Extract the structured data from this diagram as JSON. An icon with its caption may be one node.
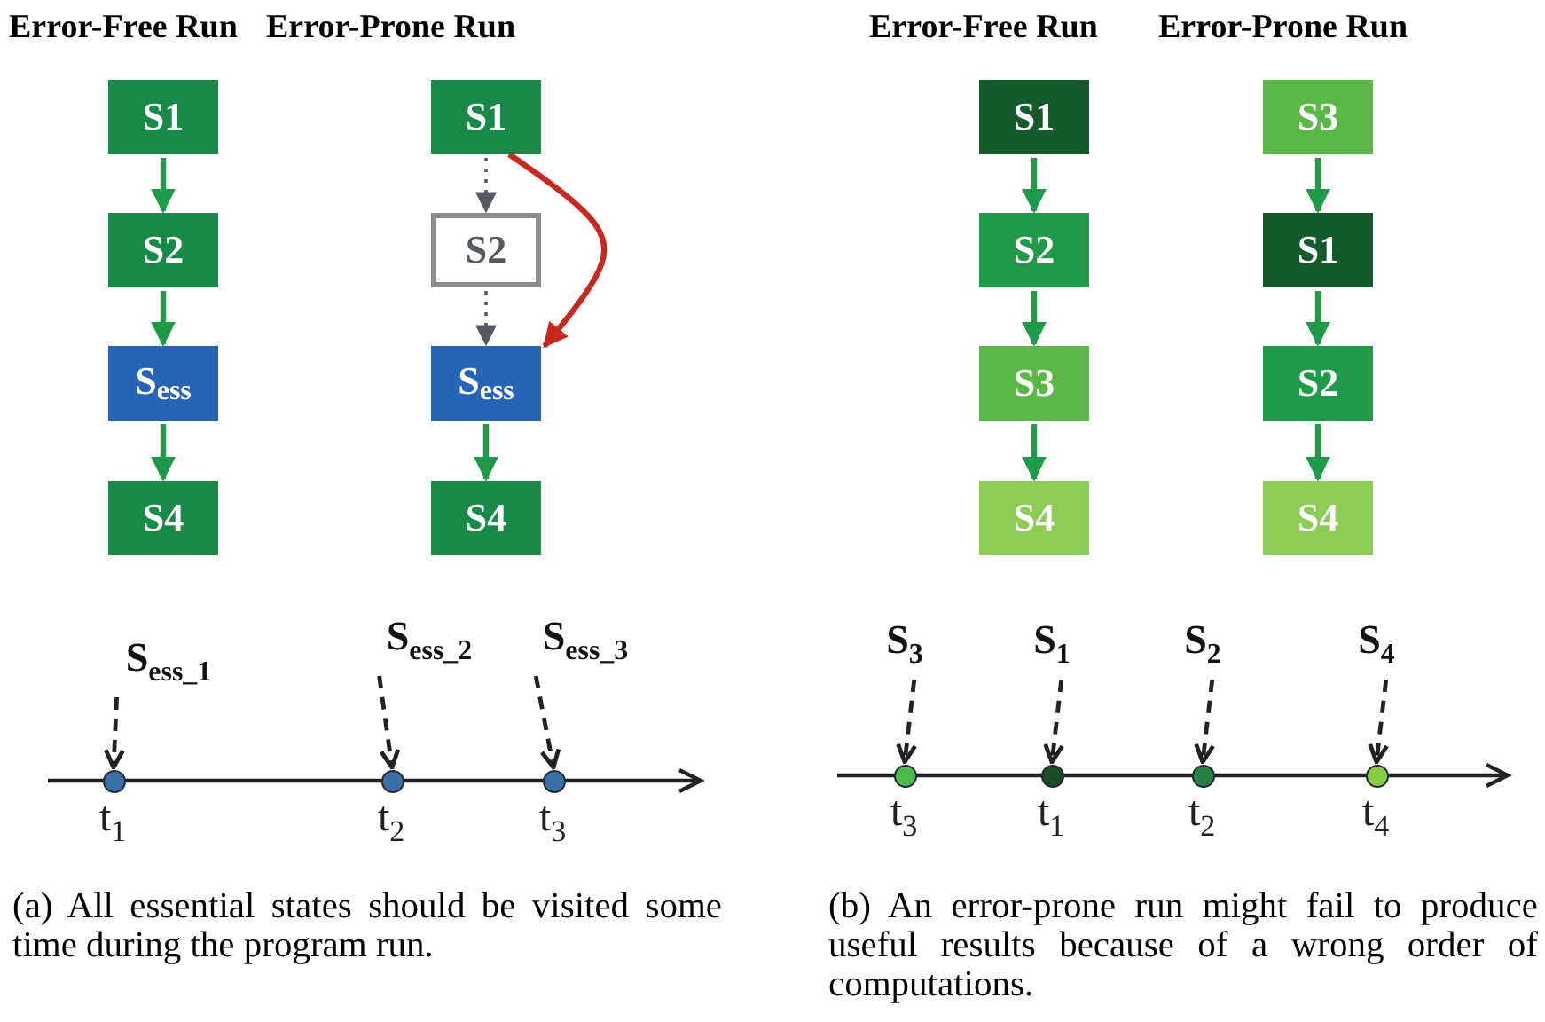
{
  "diagram": {
    "nodes": [
      {
        "text": [
          "S1"
        ]
      },
      {
        "text": [
          "S2"
        ]
      },
      {
        "text": [
          "S$_{ess}$"
        ]
      },
      {
        "text": [
          "S4"
        ]
      },
      {
        "text": [
          "S1"
        ]
      },
      {
        "text": [
          "S2"
        ]
      },
      {
        "text": [
          "S$_{ess}$"
        ]
      },
      {
        "text": [
          "S4"
        ]
      },
      {
        "text": [
          "S1"
        ]
      },
      {
        "text": [
          "S2"
        ]
      },
      {
        "text": [
          "S3"
        ]
      },
      {
        "text": [
          "S4"
        ]
      },
      {
        "text": [
          "S3"
        ]
      },
      {
        "text": [
          "S1"
        ]
      },
      {
        "text": [
          "S2"
        ]
      },
      {
        "text": [
          "S4"
        ]
      },
      {
        "text": [
          "S$_{ess_1}$"
        ]
      },
      {
        "text": [
          "S$_{ess_2}$"
        ]
      },
      {
        "text": [
          "S$_{ess_3}$"
        ]
      },
      {
        "text": [],
        "shape": "circle",
        "beside": [
          "t$_{1}$"
        ]
      },
      {
        "text": [],
        "shape": "circle",
        "beside": [
          "t$_{2}$"
        ]
      },
      {
        "text": [],
        "shape": "circle",
        "beside": [
          "t$_{3}$"
        ]
      },
      {
        "text": [
          "S$_{3}$"
        ]
      },
      {
        "text": [
          "S$_{1}$"
        ]
      },
      {
        "text": [
          "S$_{2}$"
        ]
      },
      {
        "text": [
          "S$_{4}$"
        ]
      },
      {
        "text": [],
        "shape": "circle",
        "beside": [
          "t$_{3}$"
        ]
      },
      {
        "text": [],
        "shape": "circle",
        "beside": [
          "t$_{1}$"
        ]
      },
      {
        "text": [],
        "shape": "circle",
        "beside": [
          "t$_{2}$"
        ]
      },
      {
        "text": [],
        "shape": "circle",
        "beside": [
          "t$_{4}$"
        ]
      }
    ],
    "edges": [
      {
        "from": 0,
        "to": 1,
        "arrow": "to"
      },
      {
        "from": 1,
        "to": 2,
        "arrow": "to"
      },
      {
        "from": 2,
        "to": 3,
        "arrow": "to"
      },
      {
        "from": 4,
        "to": 5,
        "arrow": "to",
        "style": "dashed",
        "color": "#555a60"
      },
      {
        "from": 5,
        "to": 6,
        "arrow": "to",
        "style": "dashed",
        "color": "#555a60"
      },
      {
        "from": 4,
        "to": 6,
        "arrow": "to",
        "color": "#c8281f"
      },
      {
        "from": 6,
        "to": 7,
        "arrow": "to"
      },
      {
        "from": 8,
        "to": 9,
        "arrow": "to"
      },
      {
        "from": 9,
        "to": 10,
        "arrow": "to"
      },
      {
        "from": 10,
        "to": 11,
        "arrow": "to"
      },
      {
        "from": 12,
        "to": 13,
        "arrow": "to"
      },
      {
        "from": 13,
        "to": 14,
        "arrow": "to"
      },
      {
        "from": 14,
        "to": 15,
        "arrow": "to"
      },
      {
        "from": 16,
        "to": 19,
        "arrow": "to",
        "style": "dashed",
        "color": "#222222"
      },
      {
        "from": 17,
        "to": 20,
        "arrow": "to",
        "style": "dashed",
        "color": "#222222"
      },
      {
        "from": 18,
        "to": 21,
        "arrow": "to",
        "style": "dashed",
        "color": "#222222"
      },
      {
        "from": 22,
        "to": 26,
        "arrow": "to",
        "style": "dashed",
        "color": "#222222"
      },
      {
        "from": 23,
        "to": 27,
        "arrow": "to",
        "style": "dashed",
        "color": "#222222"
      },
      {
        "from": 24,
        "to": 28,
        "arrow": "to",
        "style": "dashed",
        "color": "#222222"
      },
      {
        "from": 25,
        "to": 29,
        "arrow": "to",
        "style": "dashed",
        "color": "#222222"
      }
    ],
    "labels": [
      "Error-Free Run",
      "Error-Prone Run",
      "Error-Free Run",
      "Error-Prone Run",
      "(a) All essential states should be visited some time during the program run.",
      "(b) An error-prone run might fail to produce useful results because of a wrong order of computations."
    ]
  }
}
